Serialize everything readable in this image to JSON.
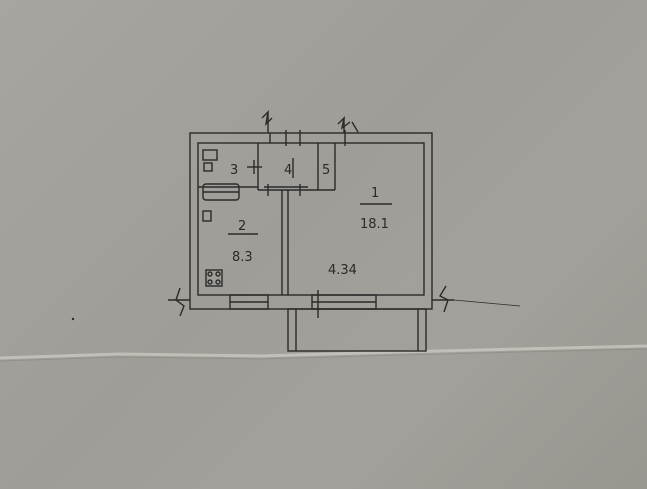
{
  "rooms": [
    {
      "number": "1",
      "area": "18.1"
    },
    {
      "number": "2",
      "area": "8.3"
    },
    {
      "number": "3"
    },
    {
      "number": "4"
    },
    {
      "number": "5"
    }
  ],
  "balcony": {
    "dimension": "4.34"
  },
  "colors": {
    "paper": "#a3a19b",
    "ink": "#2a2a2a"
  }
}
